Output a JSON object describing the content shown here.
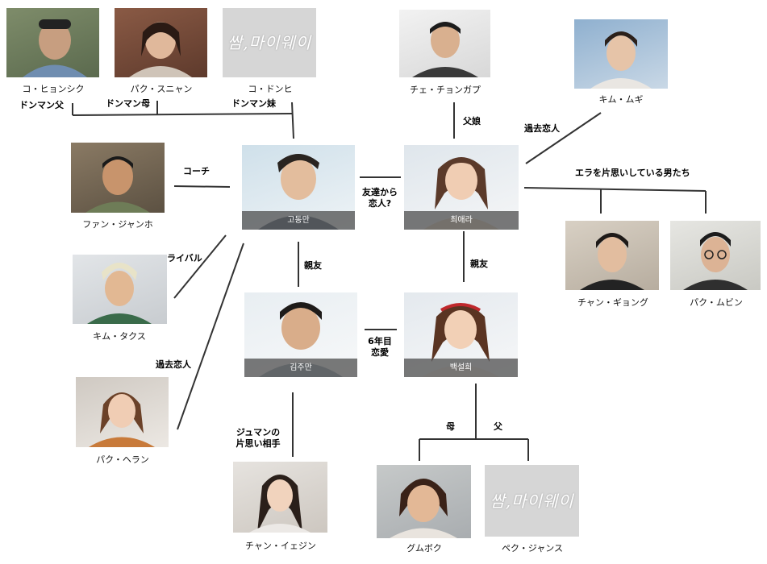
{
  "people": {
    "ko_hyunsik": {
      "name": "コ・ヒョンシク"
    },
    "park_sunyan": {
      "name": "パク・スニャン"
    },
    "ko_donhi": {
      "name": "コ・ドンヒ",
      "logo": "쌈,마이웨이"
    },
    "choi_chongap": {
      "name": "チェ・チョンガプ"
    },
    "kim_mugi": {
      "name": "キム・ムギ"
    },
    "hwang_jangho": {
      "name": "ファン・ジャンホ"
    },
    "go_dongman": {
      "name": "",
      "caption": "고동만"
    },
    "choi_aera": {
      "name": "",
      "caption": "최애라"
    },
    "chan_gyong": {
      "name": "チャン・ギョング"
    },
    "park_mubin": {
      "name": "パク・ムビン"
    },
    "kim_takusu": {
      "name": "キム・タクス"
    },
    "kim_juman": {
      "name": "",
      "caption": "김주만"
    },
    "baek_seolhee": {
      "name": "",
      "caption": "백설희"
    },
    "park_heran": {
      "name": "パク・ヘラン"
    },
    "chan_ijin": {
      "name": "チャン・イェジン"
    },
    "gumboku": {
      "name": "グムボク"
    },
    "baek_jansu": {
      "name": "ペク・ジャンス",
      "logo": "쌈,마이웨이"
    }
  },
  "relations": {
    "donman_father": "ドンマン父",
    "donman_mother": "ドンマン母",
    "donman_sister": "ドンマン妹",
    "father_daughter": "父娘",
    "past_lover_mugi": "過去恋人",
    "coach": "コーチ",
    "friends_to_lovers_1": "友達から",
    "friends_to_lovers_2": "恋人?",
    "unrequited_group": "エラを片思いしている男たち",
    "rival": "ライバル",
    "best_friend_left": "親友",
    "best_friend_right": "親友",
    "six_years_1": "6年目",
    "six_years_2": "恋愛",
    "past_lover_heran": "過去恋人",
    "juman_crush_1": "ジュマンの",
    "juman_crush_2": "片思い相手",
    "mother": "母",
    "father": "父"
  },
  "colors": {
    "line": "#333333",
    "caption_bg": "#464646",
    "logo_bg": "#d6d6d6"
  }
}
